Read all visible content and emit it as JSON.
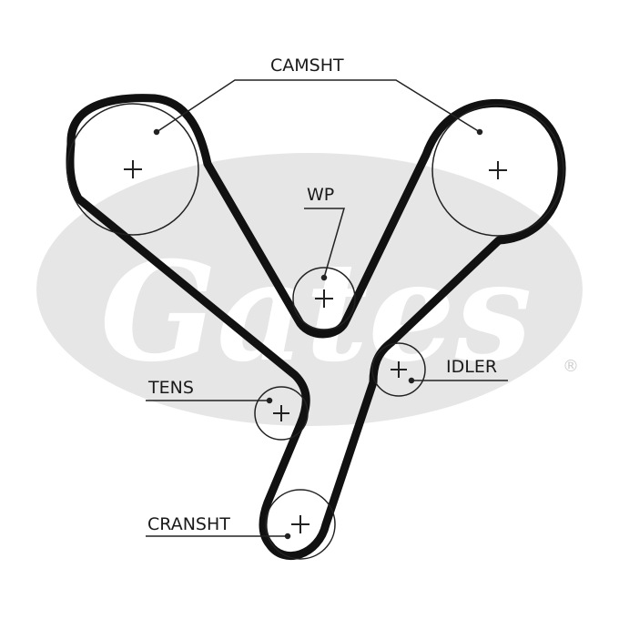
{
  "labels": {
    "camshaft": "CAMSHT",
    "water_pump": "WP",
    "tensioner": "TENS",
    "idler": "IDLER",
    "crankshaft": "CRANSHT"
  },
  "watermark": {
    "brand": "Gates",
    "registered": "®"
  },
  "colors": {
    "belt": "#111111",
    "pulley": "#222222",
    "watermark": "#e6e6e6",
    "text": "#1a1a1a"
  }
}
